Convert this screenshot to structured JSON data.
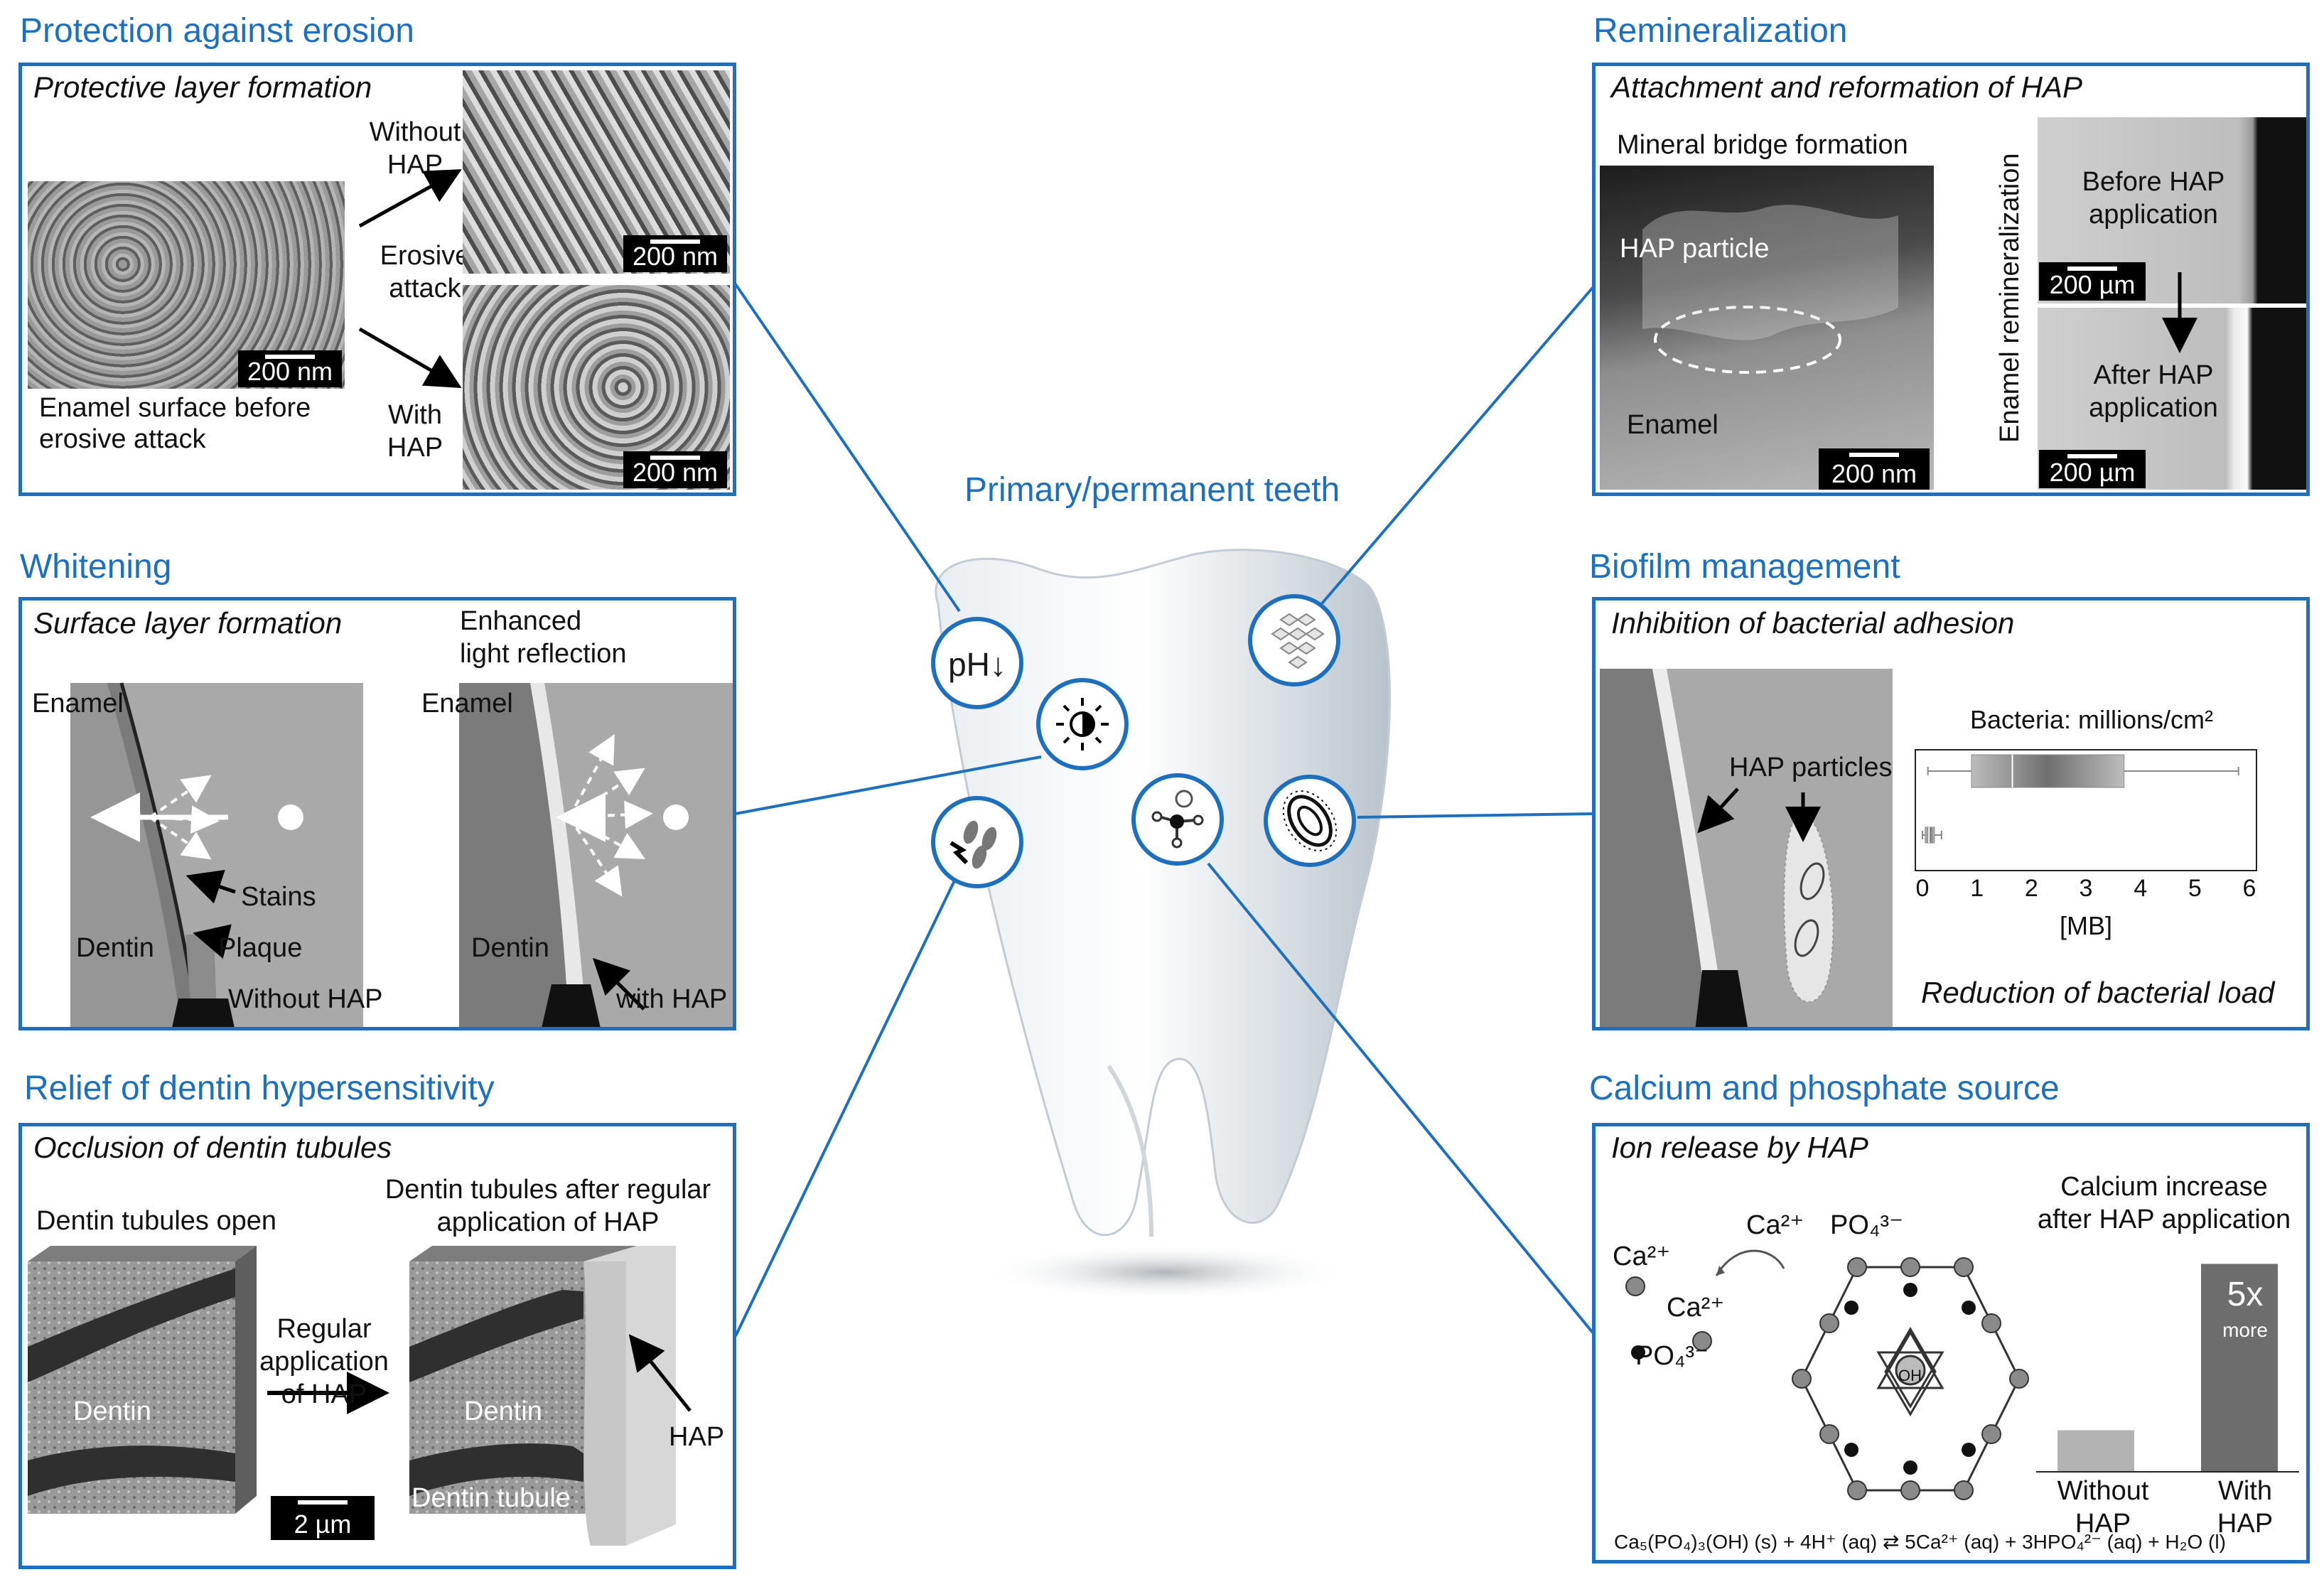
{
  "center": {
    "title": "Primary/permanent teeth",
    "ph_icon_label": "pH↓"
  },
  "erosion": {
    "heading": "Protection against erosion",
    "subtitle": "Protective layer formation",
    "without_hap": [
      "Without",
      "HAP"
    ],
    "erosive_attack": [
      "Erosive",
      "attack"
    ],
    "with_hap": [
      "With",
      "HAP"
    ],
    "before_caption": [
      "Enamel surface before",
      "erosive attack"
    ],
    "scale_left": "200 nm",
    "scale_top": "200 nm",
    "scale_bottom": "200 nm"
  },
  "whitening": {
    "heading": "Whitening",
    "subtitle": "Surface layer formation",
    "enhanced": [
      "Enhanced",
      "light reflection"
    ],
    "enamel_left": "Enamel",
    "enamel_right": "Enamel",
    "stains": "Stains",
    "plaque": "Plaque",
    "dentin_left": "Dentin",
    "dentin_right": "Dentin",
    "without_hap": "Without HAP",
    "with_hap": "with HAP"
  },
  "dentin": {
    "heading": "Relief of dentin hypersensitivity",
    "subtitle": "Occlusion of dentin tubules",
    "open_label": "Dentin tubules open",
    "after_label": [
      "Dentin tubules after regular",
      "application of HAP"
    ],
    "regular": [
      "Regular",
      "application",
      "of HAP"
    ],
    "dentin_left": "Dentin",
    "dentin_right": "Dentin",
    "tubule": "Dentin tubule",
    "hap": "HAP",
    "scale": "2 µm"
  },
  "remin": {
    "heading": "Remineralization",
    "subtitle": "Attachment and reformation of HAP",
    "bridge": "Mineral bridge formation",
    "particle": "HAP particle",
    "enamel": "Enamel",
    "scale_left": "200 nm",
    "vertical": "Enamel remineralization",
    "before": [
      "Before HAP",
      "application"
    ],
    "after": [
      "After HAP",
      "application"
    ],
    "scale_top": "200 µm",
    "scale_bottom": "200 µm"
  },
  "biofilm": {
    "heading": "Biofilm management",
    "subtitle": "Inhibition of bacterial adhesion",
    "particles": "HAP particles",
    "reduction": "Reduction of bacterial load",
    "chart_data": {
      "type": "box",
      "title": "Bacteria: millions/cm²",
      "xlabel": "[MB]",
      "xlim": [
        0,
        6
      ],
      "ticks": [
        "0",
        "1",
        "2",
        "3",
        "4",
        "5",
        "6"
      ],
      "series": [
        {
          "whisker_low": 0.1,
          "q1": 0.9,
          "median": 1.65,
          "q3": 3.7,
          "whisker_high": 5.8
        },
        {
          "whisker_low": 0.0,
          "q1": 0.05,
          "median": 0.12,
          "q3": 0.22,
          "whisker_high": 0.35
        }
      ]
    }
  },
  "calcium": {
    "heading": "Calcium and phosphate source",
    "subtitle": "Ion release by HAP",
    "ca_a": "Ca²⁺",
    "ca_b": "Ca²⁺",
    "ca_c": "Ca²⁺",
    "po_a": "PO₄³⁻",
    "po_b": "PO₄³⁻",
    "oh": "OH",
    "equation": "Ca₅(PO₄)₃(OH)  (s) + 4H⁺ (aq) ⇄ 5Ca²⁺ (aq) + 3HPO₄²⁻ (aq) + H₂O (l)",
    "chart_data": {
      "type": "bar",
      "title": "Calcium increase after HAP application",
      "categories": [
        "Without HAP",
        "With HAP"
      ],
      "values": [
        1,
        5
      ],
      "bar_labels": [
        "",
        "5x more"
      ]
    },
    "chart_title": [
      "Calcium increase",
      "after HAP application"
    ],
    "cat_without": [
      "Without",
      "HAP"
    ],
    "cat_with": [
      "With",
      "HAP"
    ],
    "bar_big": "5x",
    "bar_small": "more"
  },
  "colors": {
    "accent": "#1d6fc0",
    "bar_light": "#b3b3b3",
    "bar_dark": "#6d6d6d"
  }
}
